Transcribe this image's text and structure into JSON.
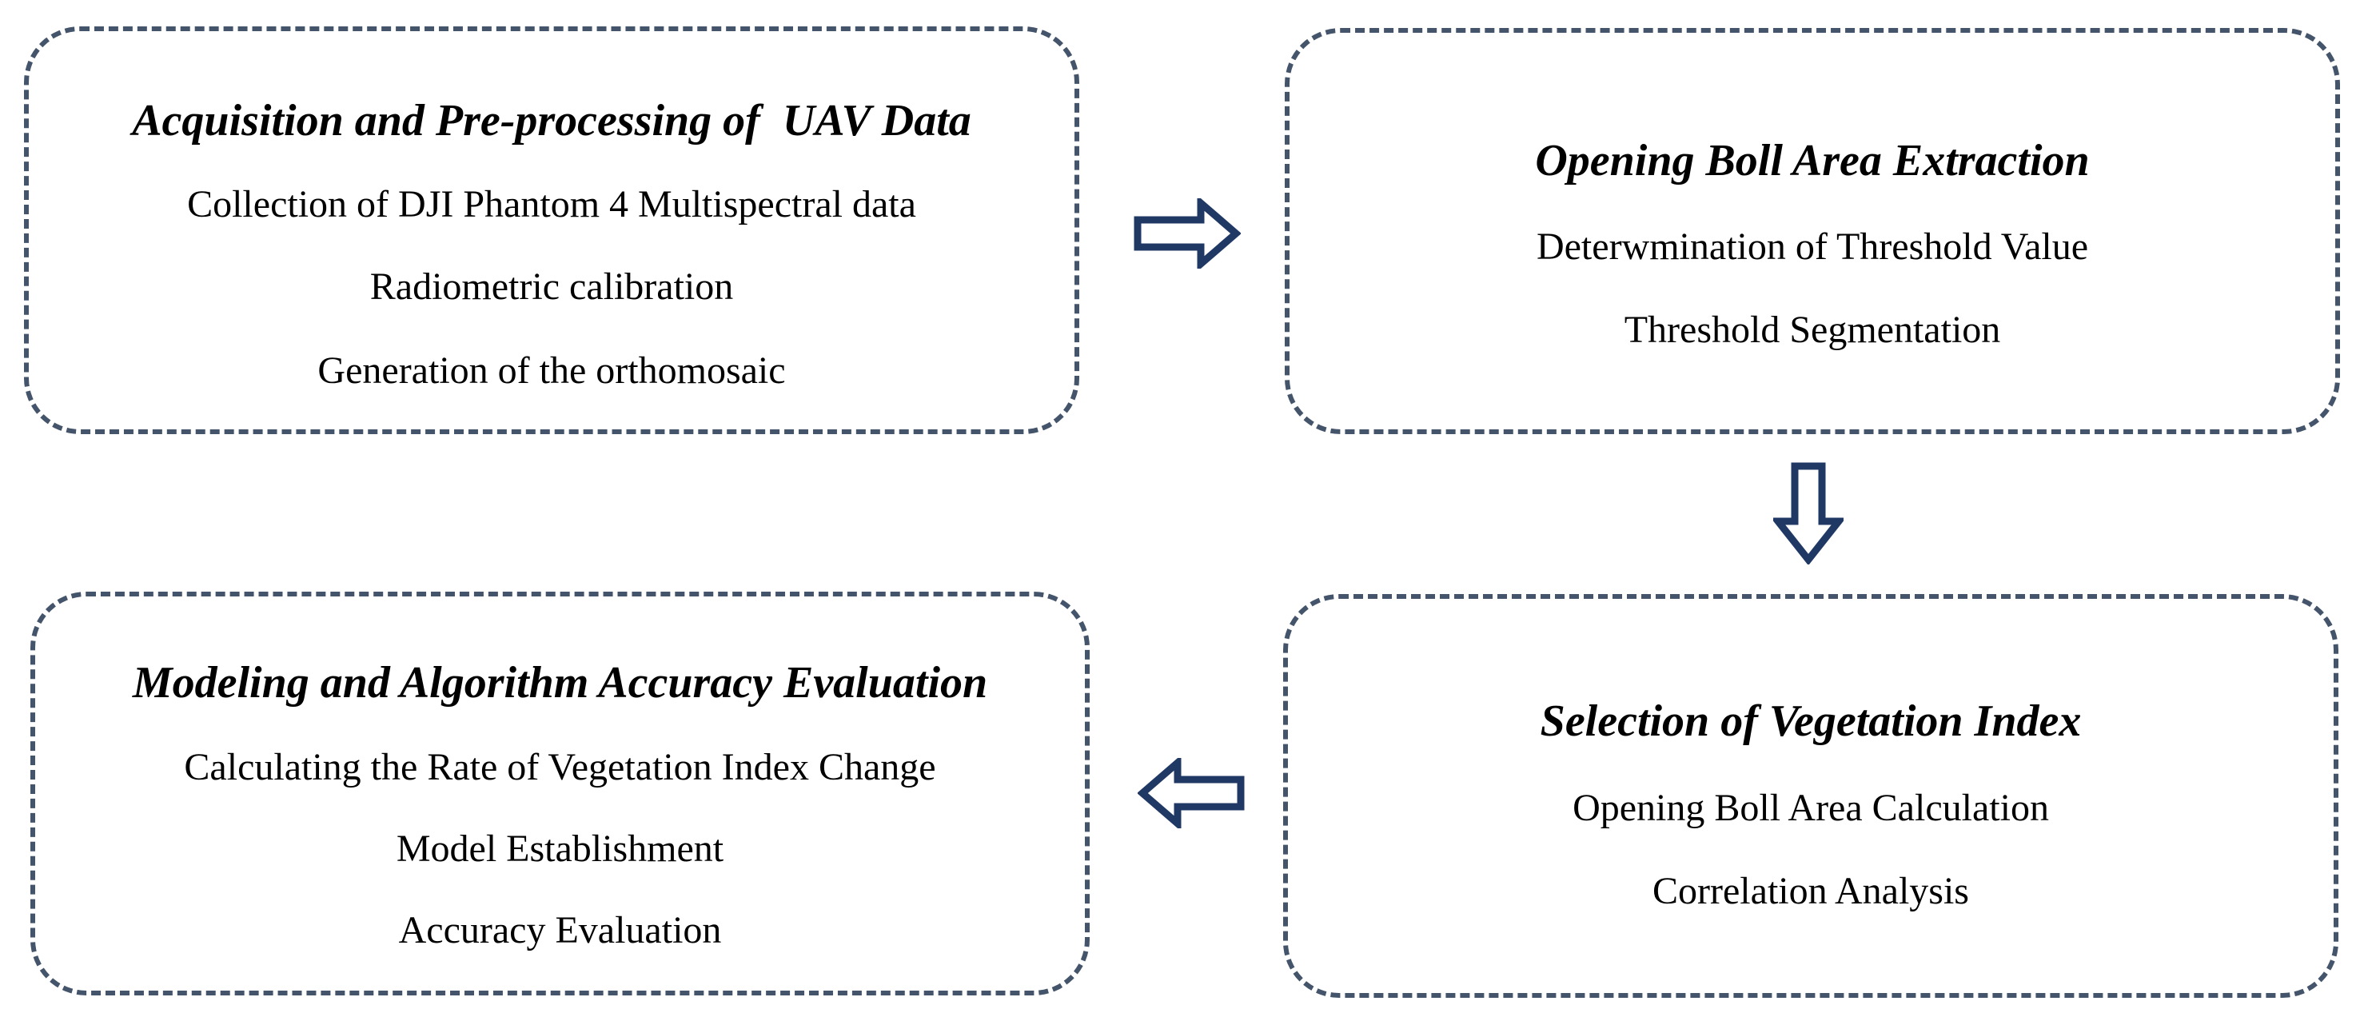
{
  "boxes": [
    {
      "title": "Acquisition and Pre-processing of  UAV Data",
      "items": [
        "Collection of DJI Phantom 4 Multispectral data",
        "Radiometric calibration",
        "Generation of the orthomosaic"
      ]
    },
    {
      "title": "Opening Boll Area Extraction",
      "items": [
        "Deterwmination of Threshold Value",
        "Threshold Segmentation"
      ]
    },
    {
      "title": "Selection of Vegetation Index",
      "items": [
        "Opening Boll Area Calculation",
        "Correlation Analysis"
      ]
    },
    {
      "title": "Modeling and Algorithm Accuracy Evaluation",
      "items": [
        "Calculating the Rate of Vegetation Index Change",
        "Model Establishment",
        "Accuracy Evaluation"
      ]
    }
  ],
  "colors": {
    "border": "#44546a",
    "arrow": "#1f3864",
    "text": "#000000"
  },
  "icons": {
    "arrow_right": "hollow-right-arrow-icon",
    "arrow_down": "hollow-down-arrow-icon",
    "arrow_left": "hollow-left-arrow-icon"
  }
}
